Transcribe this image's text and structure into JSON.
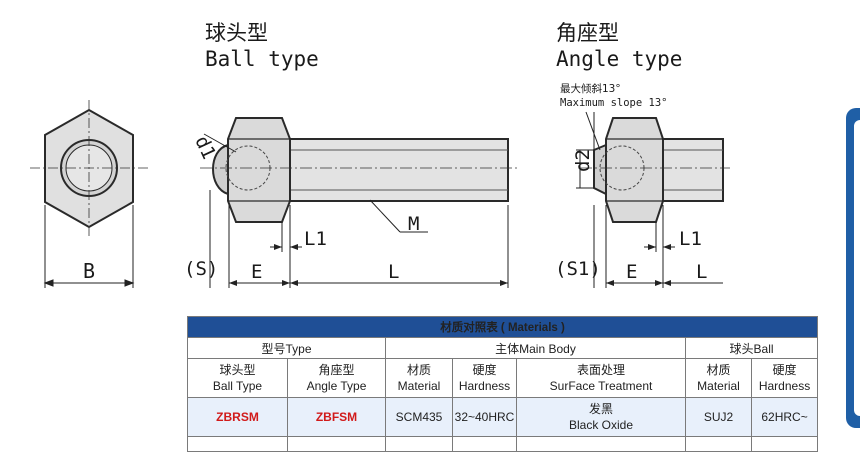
{
  "ball_type": {
    "title_cn": "球头型",
    "title_en": "Ball type"
  },
  "angle_type": {
    "title_cn": "角座型",
    "title_en": "Angle type",
    "slope_cn": "最大倾斜13°",
    "slope_en": "Maximum slope 13°"
  },
  "dimensions": {
    "B": "B",
    "S": "(S)",
    "E": "E",
    "L": "L",
    "L1": "L1",
    "M": "M",
    "d1": "d1",
    "d2": "d2",
    "S1": "(S1)"
  },
  "materials_table": {
    "caption": "材质对照表 ( Materials )",
    "groups": {
      "type": "型号Type",
      "main_body": "主体Main Body",
      "ball": "球头Ball"
    },
    "columns": {
      "ball_type": [
        "球头型",
        "Ball Type"
      ],
      "angle_type": [
        "角座型",
        "Angle Type"
      ],
      "material": [
        "材质",
        "Material"
      ],
      "hardness": [
        "硬度",
        "Hardness"
      ],
      "surface": [
        "表面处理",
        "SurFace Treatment"
      ],
      "ball_material": [
        "材质",
        "Material"
      ],
      "ball_hardness": [
        "硬度",
        "Hardness"
      ]
    },
    "rows": [
      {
        "ball_type": "ZBRSM",
        "angle_type": "ZBFSM",
        "material": "SCM435",
        "hardness": "32~40HRC",
        "surface_cn": "发黑",
        "surface_en": "Black Oxide",
        "ball_material": "SUJ2",
        "ball_hardness": "62HRC~"
      }
    ]
  },
  "colors": {
    "header_blue": "#1f4f96",
    "code_red": "#d11a1a",
    "row_tint": "#e8f0fb",
    "accent": "#1f5fa6"
  }
}
